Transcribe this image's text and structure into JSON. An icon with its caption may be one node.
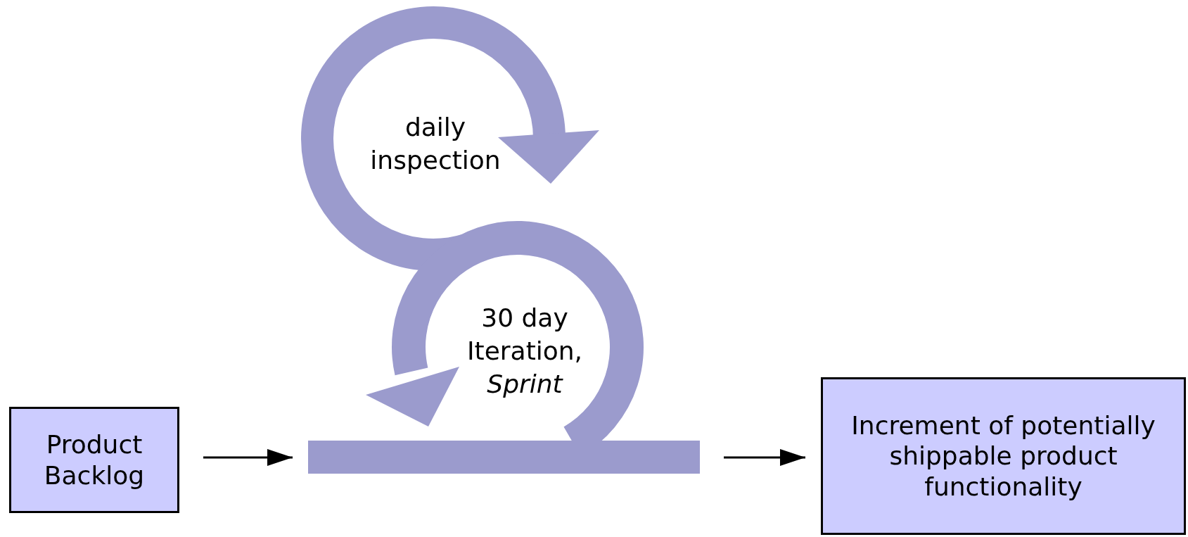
{
  "diagram": {
    "nodes": [
      {
        "text": [
          "Product Backlog"
        ]
      },
      {
        "text": [],
        "shape": "bar"
      },
      {
        "text": [
          "Increment of potentially shippable product functionality"
        ]
      }
    ],
    "edges": [
      {
        "from": 0,
        "to": 1,
        "arrow": "to"
      },
      {
        "from": 1,
        "to": 2,
        "arrow": "to"
      }
    ],
    "labels": [
      "daily inspection",
      "30 day Iteration, *Sprint*"
    ]
  }
}
